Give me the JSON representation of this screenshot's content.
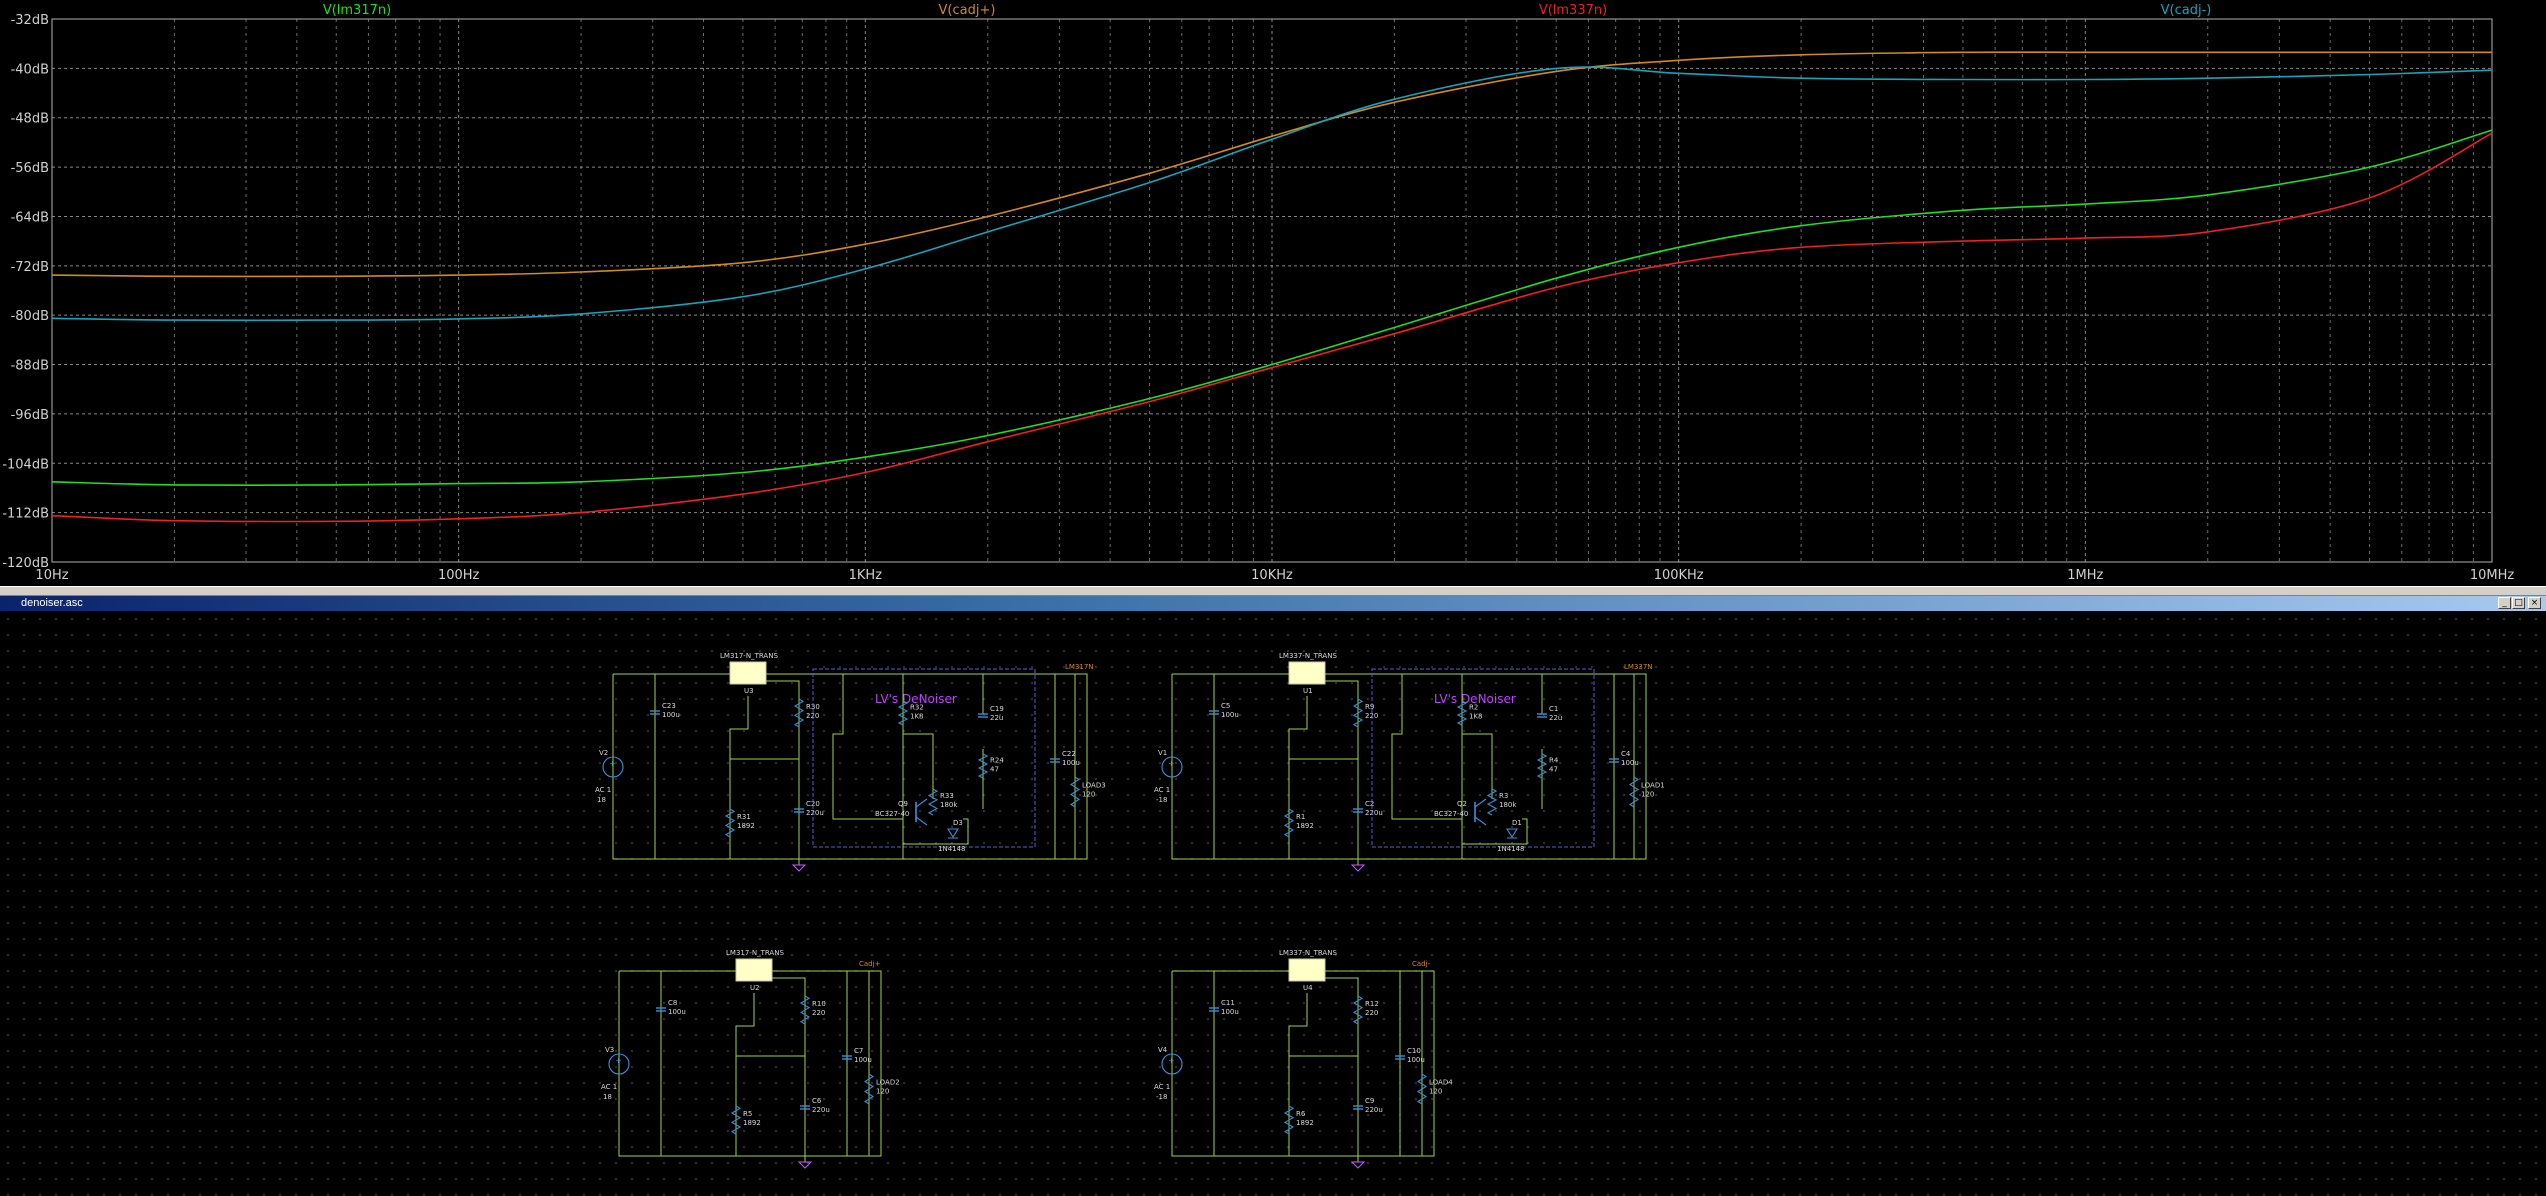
{
  "plot": {
    "traces": [
      {
        "name": "V(lm317n)",
        "color": "#22dd22"
      },
      {
        "name": "V(cadj+)",
        "color": "#d08a1e"
      },
      {
        "name": "V(lm337n)",
        "color": "#ee2020"
      },
      {
        "name": "V(cadj-)",
        "color": "#19a3b8"
      }
    ],
    "y_ticks": [
      "-32dB",
      "-40dB",
      "-48dB",
      "-56dB",
      "-64dB",
      "-72dB",
      "-80dB",
      "-88dB",
      "-96dB",
      "-104dB",
      "-112dB",
      "-120dB"
    ],
    "x_ticks": [
      "10Hz",
      "100Hz",
      "1KHz",
      "10KHz",
      "100KHz",
      "1MHz",
      "10MHz"
    ]
  },
  "chart_data": {
    "type": "line",
    "xscale": "log",
    "xlim": [
      10,
      10000000
    ],
    "ylim": [
      -120,
      -32
    ],
    "grid": true,
    "series": [
      {
        "name": "V(lm317n)",
        "color": "#22dd22",
        "x": [
          10,
          20,
          50,
          100,
          200,
          500,
          1000,
          2000,
          5000,
          10000,
          20000,
          50000,
          100000,
          200000,
          500000,
          1000000,
          2000000,
          5000000,
          10000000
        ],
        "y": [
          -107,
          -107.5,
          -107.5,
          -107.3,
          -107,
          -105.5,
          -103,
          -99.5,
          -93.5,
          -88,
          -82,
          -74,
          -69,
          -65.5,
          -63,
          -62,
          -60.5,
          -56,
          -50
        ]
      },
      {
        "name": "V(cadj+)",
        "color": "#d08a1e",
        "x": [
          10,
          20,
          50,
          100,
          200,
          500,
          1000,
          2000,
          5000,
          10000,
          20000,
          50000,
          100000,
          200000,
          500000,
          1000000,
          2000000,
          5000000,
          10000000
        ],
        "y": [
          -73.5,
          -73.7,
          -73.7,
          -73.5,
          -73,
          -71.5,
          -68.5,
          -64,
          -57,
          -51,
          -45.5,
          -40.5,
          -38.7,
          -37.8,
          -37.4,
          -37.4,
          -37.4,
          -37.4,
          -37.4
        ]
      },
      {
        "name": "V(lm337n)",
        "color": "#ee2020",
        "x": [
          10,
          20,
          50,
          100,
          200,
          500,
          1000,
          2000,
          5000,
          10000,
          20000,
          50000,
          100000,
          200000,
          500000,
          1000000,
          2000000,
          5000000,
          10000000
        ],
        "y": [
          -112.5,
          -113.3,
          -113.4,
          -113,
          -112,
          -109,
          -105.5,
          -100.5,
          -94,
          -88.5,
          -83,
          -75.5,
          -71.5,
          -69,
          -68,
          -67.5,
          -66.5,
          -61,
          -50.5
        ]
      },
      {
        "name": "V(cadj-)",
        "color": "#19a3b8",
        "x": [
          10,
          20,
          50,
          100,
          200,
          500,
          1000,
          2000,
          5000,
          10000,
          20000,
          50000,
          100000,
          200000,
          500000,
          1000000,
          2000000,
          5000000,
          10000000
        ],
        "y": [
          -80.5,
          -80.8,
          -80.8,
          -80.6,
          -79.8,
          -77,
          -72.5,
          -66.5,
          -58.5,
          -51.5,
          -45,
          -40,
          -40.8,
          -41.6,
          -41.8,
          -41.8,
          -41.6,
          -41,
          -40.3
        ]
      }
    ]
  },
  "schematic": {
    "window_title": "denoiser.asc",
    "buttons": {
      "min": "_",
      "max": "□",
      "close": "×"
    },
    "circuits": [
      {
        "id": "c1",
        "reg": "LM317-N_TRANS",
        "reg_ref": "U3",
        "net": "LM317N",
        "src": "V2",
        "src_val": "AC 1",
        "src_dc": "18",
        "cin": "C23",
        "cin_val": "100u",
        "r_top": "R30",
        "r_top_val": "220",
        "r_bot": "R31",
        "r_bot_val": "1892",
        "c_adj": "C20",
        "c_adj_val": "220u",
        "c_out": "C22",
        "c_out_val": "100u",
        "load": "LOAD3",
        "load_val": "120",
        "denoiser": "LV's DeNoiser",
        "r_a": "R32",
        "r_a_val": "1K8",
        "c_d": "C19",
        "c_d_val": "22u",
        "r_b": "R24",
        "r_b_val": "47",
        "r_c": "R33",
        "r_c_val": "180k",
        "q": "Q9",
        "q_val": "BC327-40",
        "d": "D3",
        "d_val": "1N4148"
      },
      {
        "id": "c2",
        "reg": "LM337-N_TRANS",
        "reg_ref": "U1",
        "net": "LM337N",
        "src": "V1",
        "src_val": "AC 1",
        "src_dc": "-18",
        "cin": "C5",
        "cin_val": "100u",
        "r_top": "R9",
        "r_top_val": "220",
        "r_bot": "R1",
        "r_bot_val": "1892",
        "c_adj": "C2",
        "c_adj_val": "220u",
        "c_out": "C4",
        "c_out_val": "100u",
        "load": "LOAD1",
        "load_val": "120",
        "denoiser": "LV's DeNoiser",
        "r_a": "R2",
        "r_a_val": "1K8",
        "c_d": "C1",
        "c_d_val": "22u",
        "r_b": "R4",
        "r_b_val": "47",
        "r_c": "R3",
        "r_c_val": "180k",
        "q": "Q2",
        "q_val": "BC327-40",
        "d": "D1",
        "d_val": "1N4148"
      },
      {
        "id": "c3",
        "reg": "LM317-N_TRANS",
        "reg_ref": "U2",
        "net": "Cadj+",
        "src": "V3",
        "src_val": "AC 1",
        "src_dc": "18",
        "cin": "C8",
        "cin_val": "100u",
        "r_top": "R10",
        "r_top_val": "220",
        "r_bot": "R5",
        "r_bot_val": "1892",
        "c_adj": "C6",
        "c_adj_val": "220u",
        "c_out": "C7",
        "c_out_val": "100u",
        "load": "LOAD2",
        "load_val": "120"
      },
      {
        "id": "c4",
        "reg": "LM337-N_TRANS",
        "reg_ref": "U4",
        "net": "Cadj-",
        "src": "V4",
        "src_val": "AC 1",
        "src_dc": "-18",
        "cin": "C11",
        "cin_val": "100u",
        "r_top": "R12",
        "r_top_val": "220",
        "r_bot": "R6",
        "r_bot_val": "1892",
        "c_adj": "C9",
        "c_adj_val": "220u",
        "c_out": "C10",
        "c_out_val": "100u",
        "load": "LOAD4",
        "load_val": "120"
      }
    ]
  }
}
